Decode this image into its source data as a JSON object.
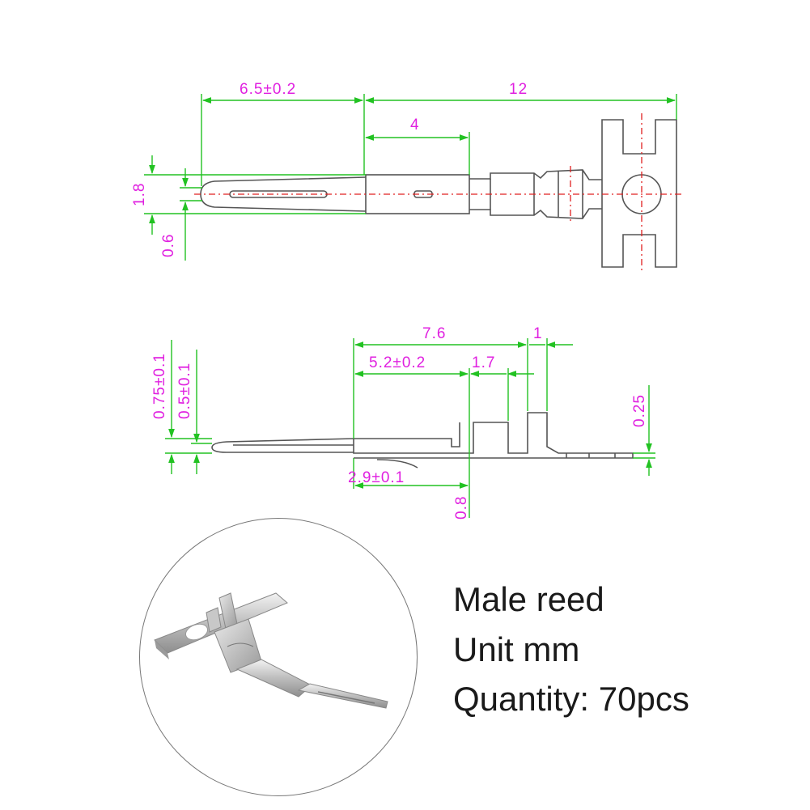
{
  "colors": {
    "outline": "#555555",
    "dimension_line": "#22c222",
    "dimension_text": "#e020e0",
    "centerline": "#e02020",
    "caption_text": "#1a1a1a"
  },
  "top_view": {
    "dims": {
      "d_6_5": "6.5±0.2",
      "d_12": "12",
      "d_4": "4",
      "d_1_8": "1.8",
      "d_0_6": "0.6"
    }
  },
  "side_view": {
    "dims": {
      "d_7_6": "7.6",
      "d_1": "1",
      "d_5_2": "5.2±0.2",
      "d_1_7": "1.7",
      "d_0_75": "0.75±0.1",
      "d_0_5": "0.5±0.1",
      "d_0_25": "0.25",
      "d_2_9": "2.9±0.1",
      "d_0_8": "0.8"
    }
  },
  "caption": {
    "line1": "Male reed",
    "line2": "Unit mm",
    "line3": "Quantity: 70pcs"
  },
  "photo": {
    "icon": "terminal-pin-photo-icon"
  }
}
